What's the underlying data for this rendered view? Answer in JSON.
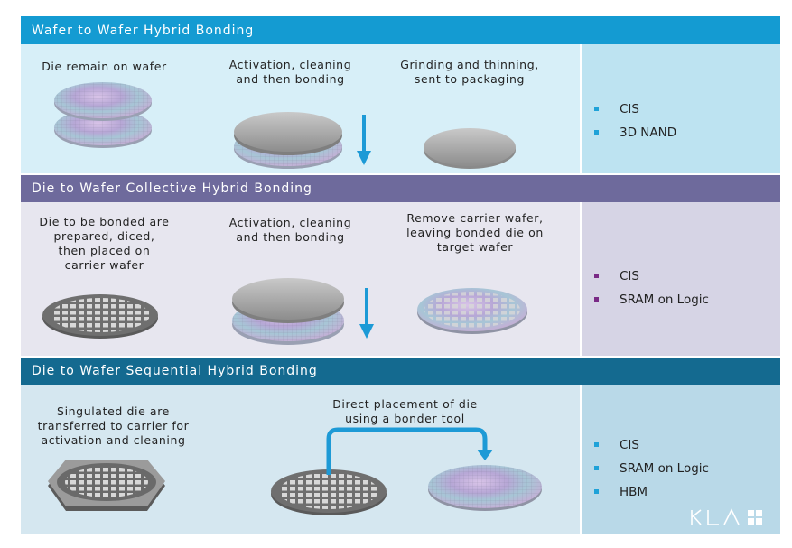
{
  "sections": [
    {
      "title": "Wafer to Wafer Hybrid Bonding",
      "band_color": "#149bd2",
      "panel_color": "#d7eff8",
      "side_color": "#bde3f1",
      "bullet_color": "#1fa2d8",
      "steps": [
        {
          "caption": [
            "Die remain on wafer"
          ]
        },
        {
          "caption": [
            "Activation, cleaning",
            "and then bonding"
          ]
        },
        {
          "caption": [
            "Grinding and thinning,",
            "sent to packaging"
          ]
        }
      ],
      "applications": [
        "CIS",
        "3D NAND"
      ]
    },
    {
      "title": "Die to Wafer Collective Hybrid Bonding",
      "band_color": "#6e6a9c",
      "panel_color": "#e7e6ef",
      "side_color": "#d6d4e5",
      "bullet_color": "#7a2a86",
      "steps": [
        {
          "caption": [
            "Die to be bonded are",
            "prepared, diced,",
            "then placed on",
            "carrier wafer"
          ]
        },
        {
          "caption": [
            "Activation, cleaning",
            "and then bonding"
          ]
        },
        {
          "caption": [
            "Remove carrier wafer,",
            "leaving bonded die on",
            "target wafer"
          ]
        }
      ],
      "applications": [
        "CIS",
        "SRAM on Logic"
      ]
    },
    {
      "title": "Die to Wafer Sequential Hybrid Bonding",
      "band_color": "#146a90",
      "panel_color": "#d5e7f0",
      "side_color": "#b9d9e8",
      "bullet_color": "#1fa2d8",
      "steps": [
        {
          "caption": [
            "Singulated die are",
            "transferred to carrier for",
            "activation and cleaning"
          ]
        },
        {
          "caption": [
            "Direct placement of die",
            "using a bonder tool"
          ]
        }
      ],
      "applications": [
        "CIS",
        "SRAM on Logic",
        "HBM"
      ]
    }
  ],
  "brand": {
    "logo_text": "KLA",
    "logo_icon": "kla-plus-icon",
    "arrow_color": "#1d9ad6"
  }
}
